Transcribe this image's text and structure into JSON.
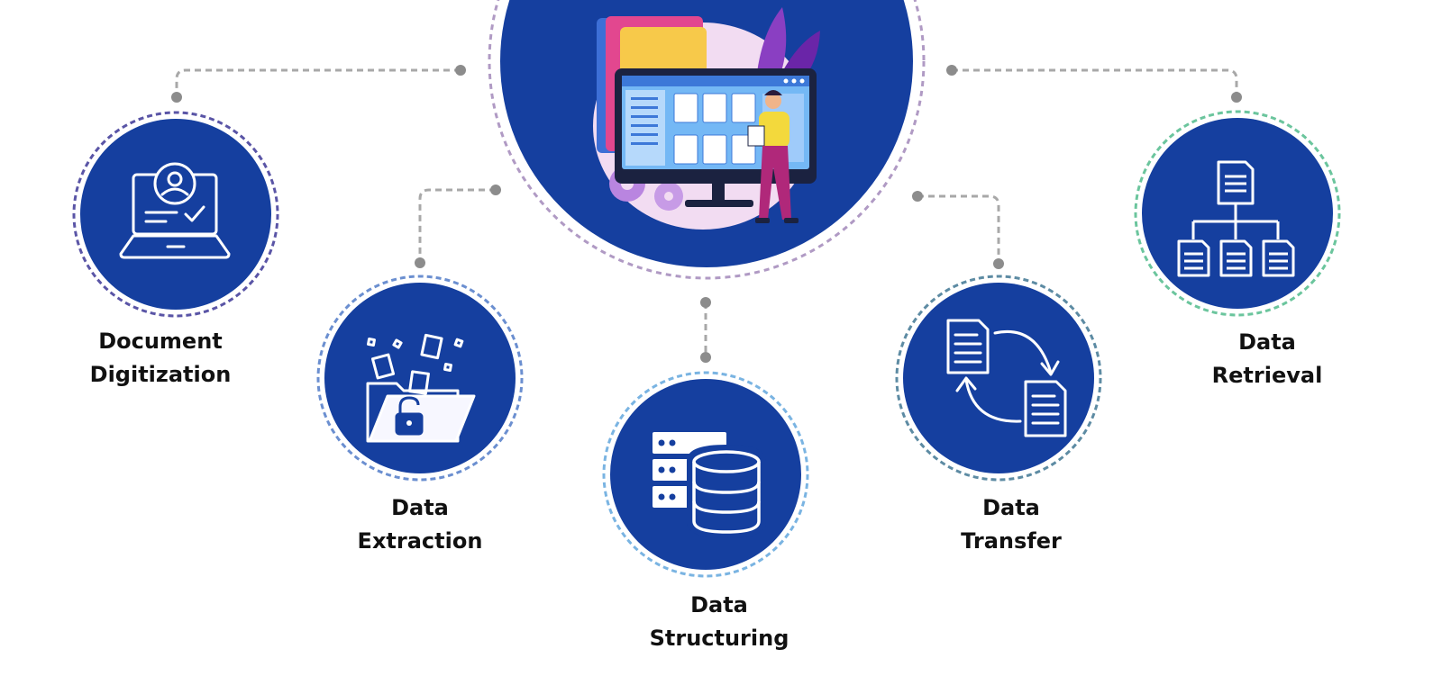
{
  "colors": {
    "circle_fill": "#153f9f",
    "connector": "#a8a8a8",
    "connector_dot": "#8c8c8c",
    "center_ring": "#b09ac4",
    "ring_document_digitization": "#5a55a6",
    "ring_data_extraction": "#6b8fd0",
    "ring_data_structuring": "#7ab4e2",
    "ring_data_transfer": "#5d8ba3",
    "ring_data_retrieval": "#6bc59d",
    "text": "#111111"
  },
  "center": {
    "illustration": "monitor-with-folders-and-analyst-illustration"
  },
  "nodes": [
    {
      "id": "document-digitization",
      "icon": "laptop-user-check-icon",
      "label_lines": [
        "Document",
        "Digitization"
      ]
    },
    {
      "id": "data-extraction",
      "icon": "folder-unlock-icon",
      "label_lines": [
        "Data",
        "Extraction"
      ]
    },
    {
      "id": "data-structuring",
      "icon": "database-server-icon",
      "label_lines": [
        "Data",
        "Structuring"
      ]
    },
    {
      "id": "data-transfer",
      "icon": "document-sync-icon",
      "label_lines": [
        "Data",
        "Transfer"
      ]
    },
    {
      "id": "data-retrieval",
      "icon": "document-hierarchy-icon",
      "label_lines": [
        "Data",
        "Retrieval"
      ]
    }
  ]
}
